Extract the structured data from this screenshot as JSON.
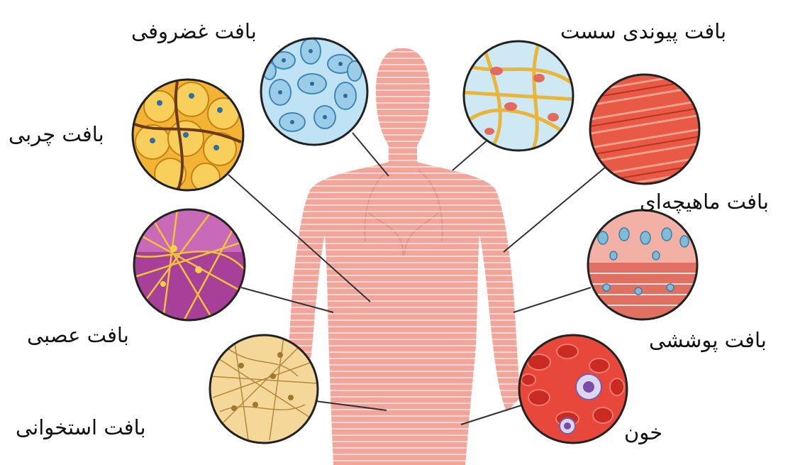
{
  "diagram": {
    "labels": {
      "cartilage": "بافت غضروفی",
      "loose_connective": "بافت پیوندی سست",
      "adipose": "بافت چربی",
      "muscle": "بافت ماهیچه‌ای",
      "nervous": "بافت عصبی",
      "epithelial": "بافت پوششی",
      "bone": "بافت استخوانی",
      "blood": "خون"
    }
  }
}
